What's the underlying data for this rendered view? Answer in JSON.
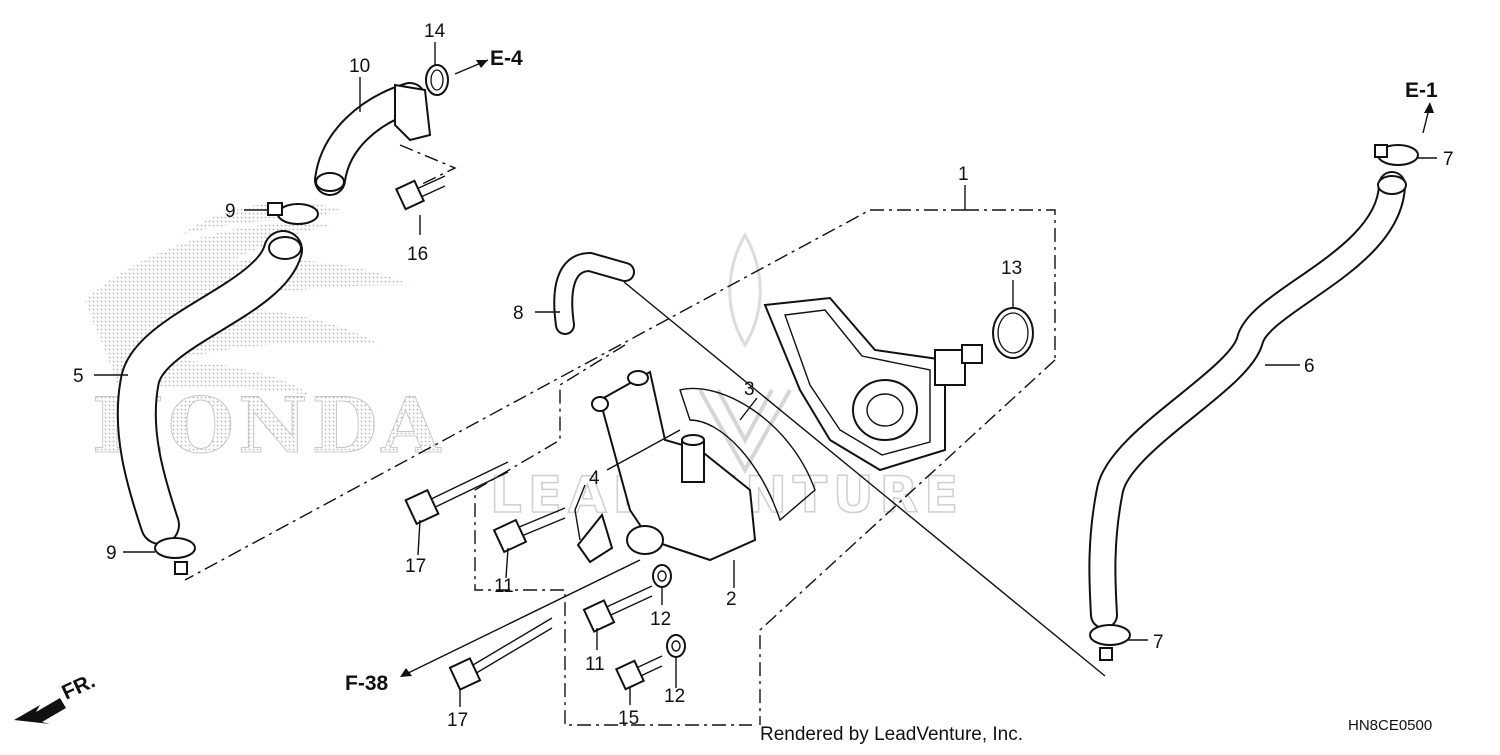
{
  "diagram": {
    "callouts": {
      "c1": "1",
      "c2": "2",
      "c3": "3",
      "c4": "4",
      "c5": "5",
      "c6": "6",
      "c7a": "7",
      "c7b": "7",
      "c8": "8",
      "c9a": "9",
      "c9b": "9",
      "c10": "10",
      "c11a": "11",
      "c11b": "11",
      "c12a": "12",
      "c12b": "12",
      "c13": "13",
      "c14": "14",
      "c15": "15",
      "c16": "16",
      "c17a": "17",
      "c17b": "17"
    },
    "refs": {
      "e4": "E-4",
      "e1": "E-1",
      "f38": "F-38",
      "fr": "FR."
    },
    "credit": "Rendered by LeadVenture, Inc.",
    "code": "HN8CE0500",
    "watermark": "LEADVENTURE",
    "brand": "HONDA"
  }
}
